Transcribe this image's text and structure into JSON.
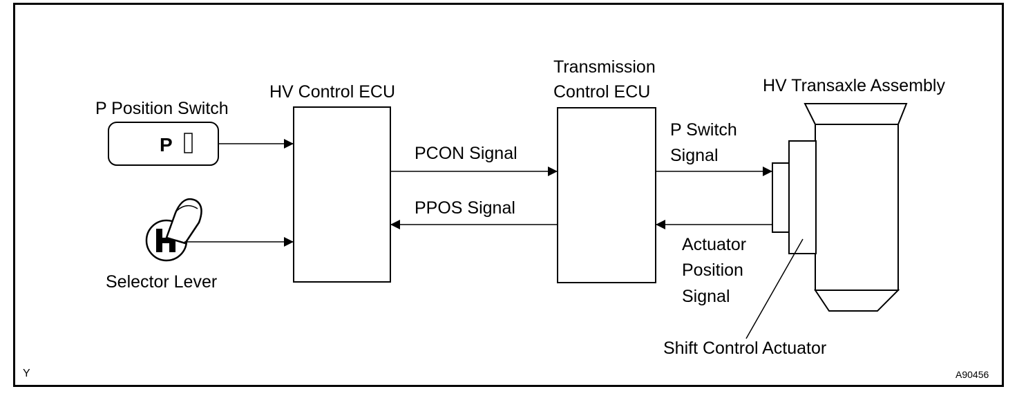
{
  "labels": {
    "p_position_switch": "P Position Switch",
    "p_button_letter": "P",
    "selector_lever": "Selector Lever",
    "hv_control_ecu": "HV Control ECU",
    "transmission_control_ecu_line1": "Transmission",
    "transmission_control_ecu_line2": "Control ECU",
    "hv_transaxle_assembly": "HV Transaxle Assembly",
    "pcon_signal": "PCON Signal",
    "ppos_signal": "PPOS Signal",
    "p_switch_signal_line1": "P Switch",
    "p_switch_signal_line2": "Signal",
    "actuator_position_signal_line1": "Actuator",
    "actuator_position_signal_line2": "Position",
    "actuator_position_signal_line3": "Signal",
    "shift_control_actuator": "Shift Control Actuator",
    "corner_left": "Y",
    "figure_code": "A90456"
  },
  "colors": {
    "line": "#000000",
    "background": "#ffffff"
  }
}
